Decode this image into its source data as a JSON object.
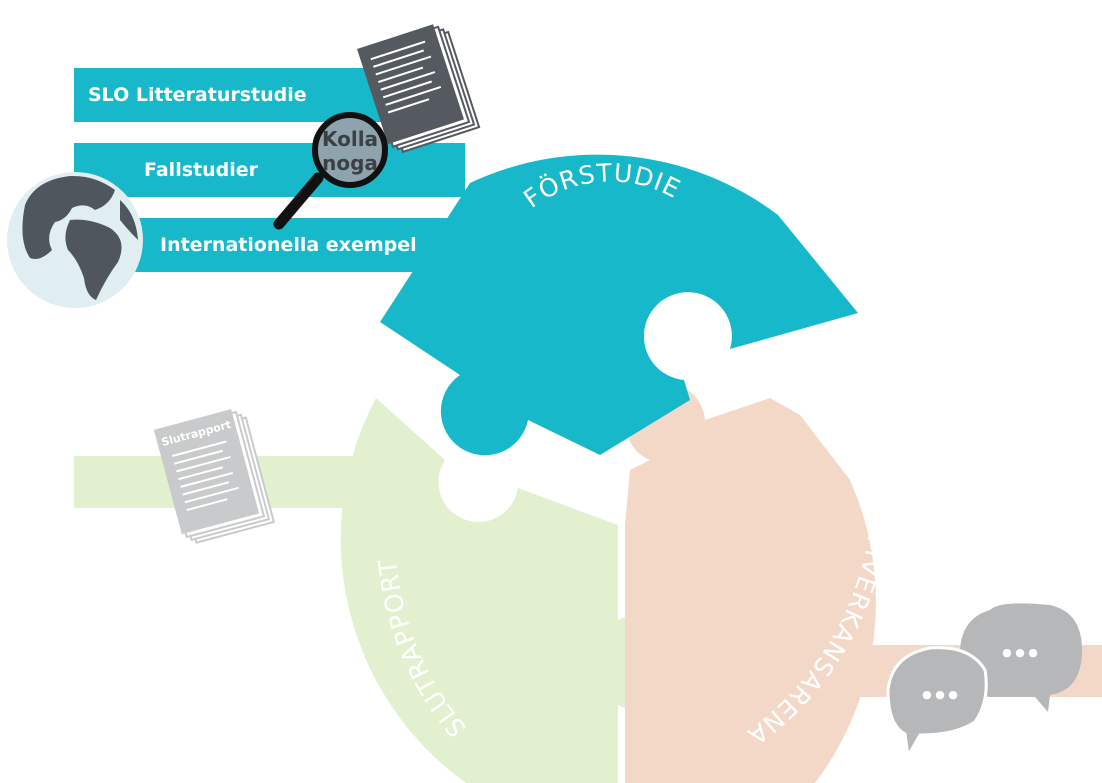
{
  "research": {
    "items": [
      {
        "label": "SLO Litteraturstudie"
      },
      {
        "label": "Fallstudier"
      },
      {
        "label": "Internationella exempel"
      }
    ],
    "magnifier_text": [
      "Kolla",
      "noga"
    ]
  },
  "cycle": {
    "segments": [
      {
        "label": "FÖRSTUDIE",
        "color": "#17b8c9"
      },
      {
        "label": "SAMVERKANSARENA",
        "color": "#f3d8c7"
      },
      {
        "label": "SLUTRAPPORT",
        "color": "#e3f0d0"
      }
    ]
  },
  "documents": {
    "report_title": "Slutrapport"
  },
  "chat": {
    "bubbles": [
      {
        "text": "● ● ●"
      },
      {
        "text": "● ● ●"
      }
    ]
  },
  "icons": [
    "globe-icon",
    "documents-icon",
    "magnifier-icon",
    "report-icon",
    "chat-bubbles-icon"
  ],
  "colors": {
    "teal": "#17b8c9",
    "peach": "#f3d8c7",
    "green": "#e3f0d0",
    "doc_dark": "#555a60",
    "bubble_grey": "#b6b7b8"
  }
}
